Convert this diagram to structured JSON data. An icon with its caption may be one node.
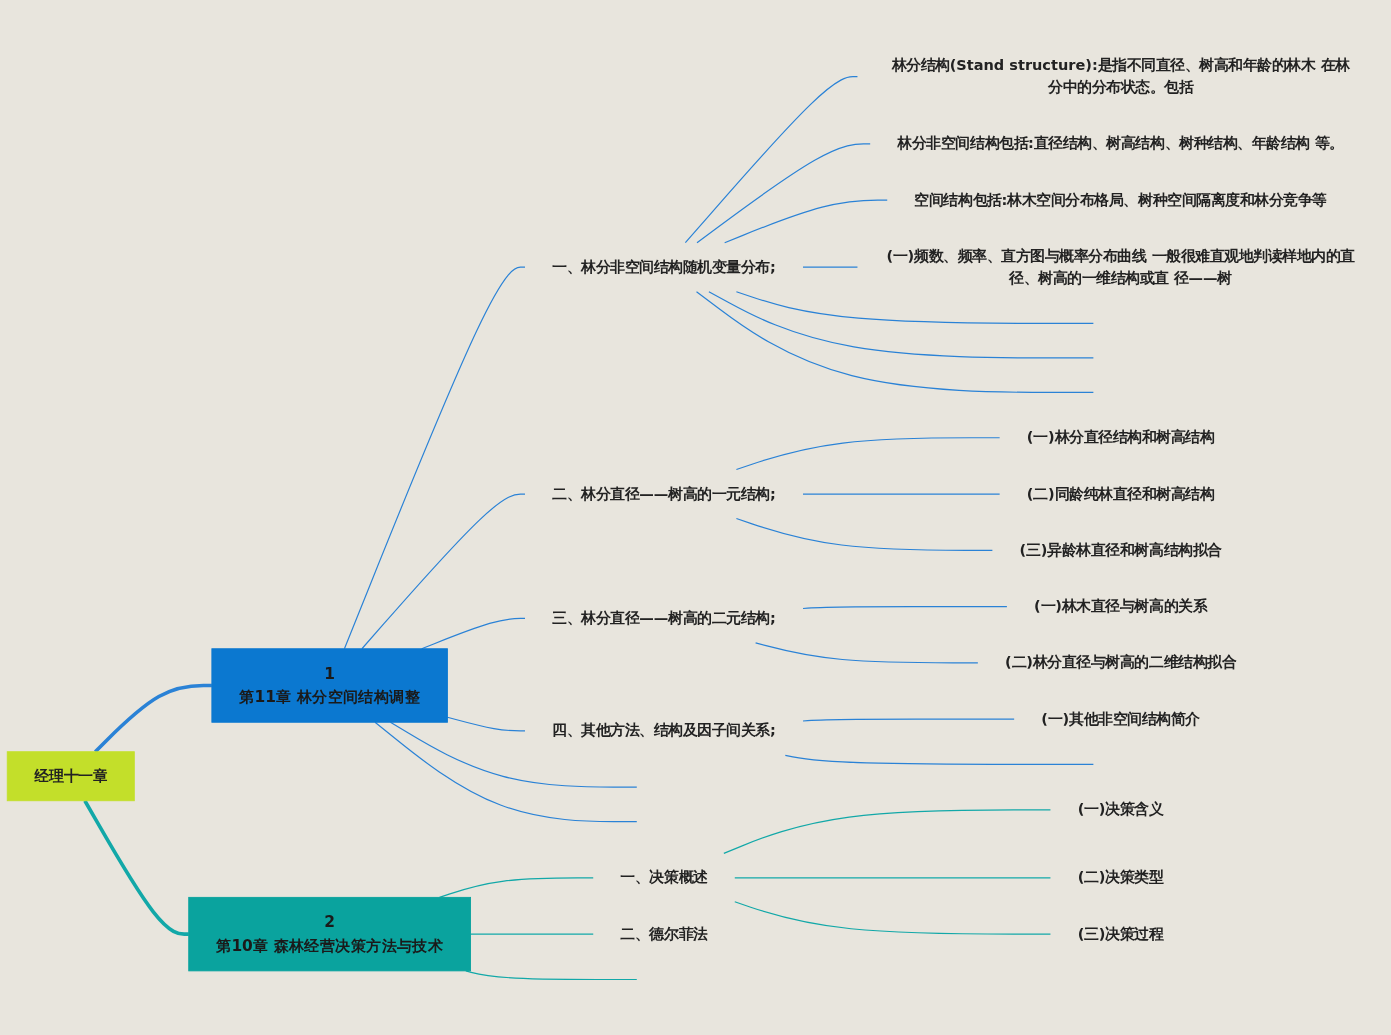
{
  "diagram": {
    "nodes": [
      {
        "text": [
          "经理十一章"
        ]
      },
      {
        "text": [
          "1",
          "第11章 林分空间结构调整"
        ]
      },
      {
        "text": [
          "一、林分非空间结构随机变量分布;"
        ]
      },
      {
        "text": [
          "林分结构(Stand structure):是指不同直径、树高和年龄的林木 在林分中的分布状态。包括"
        ]
      },
      {
        "text": [
          "林分非空间结构包括:直径结构、树高结构、树种结构、年龄结构 等。"
        ]
      },
      {
        "text": [
          "空间结构包括:林木空间分布格局、树种空间隔离度和林分竞争等"
        ]
      },
      {
        "text": [
          "(一)频数、频率、直方图与概率分布曲线 一般很难直观地判读样地内的直径、树高的一维结构或直 径——树"
        ]
      },
      {
        "text": [
          "二、林分直径——树高的一元结构;"
        ]
      },
      {
        "text": [
          "(一)林分直径结构和树高结构"
        ]
      },
      {
        "text": [
          "(二)同龄纯林直径和树高结构"
        ]
      },
      {
        "text": [
          "(三)异龄林直径和树高结构拟合"
        ]
      },
      {
        "text": [
          "三、林分直径——树高的二元结构;"
        ]
      },
      {
        "text": [
          "(一)林木直径与树高的关系"
        ]
      },
      {
        "text": [
          "(二)林分直径与树高的二维结构拟合"
        ]
      },
      {
        "text": [
          "四、其他方法、结构及因子间关系;"
        ]
      },
      {
        "text": [
          "(一)其他非空间结构简介"
        ]
      },
      {
        "text": [
          "2",
          "第10章 森林经营决策方法与技术"
        ]
      },
      {
        "text": [
          "一、决策概述"
        ]
      },
      {
        "text": [
          "(一)决策含义"
        ]
      },
      {
        "text": [
          "(二)决策类型"
        ]
      },
      {
        "text": [
          "(三)决策过程"
        ]
      },
      {
        "text": [
          "二、德尔菲法"
        ]
      }
    ],
    "edges": [
      {
        "from": 0,
        "to": 1,
        "arrow": "none",
        "style": "thick"
      },
      {
        "from": 1,
        "to": 2,
        "arrow": "none"
      },
      {
        "from": 2,
        "to": 3,
        "arrow": "none"
      },
      {
        "from": 2,
        "to": 4,
        "arrow": "none"
      },
      {
        "from": 2,
        "to": 5,
        "arrow": "none"
      },
      {
        "from": 2,
        "to": 6,
        "arrow": "none"
      },
      {
        "from": 2,
        "to": null,
        "arrow": "none"
      },
      {
        "from": 2,
        "to": null,
        "arrow": "none"
      },
      {
        "from": 2,
        "to": null,
        "arrow": "none"
      },
      {
        "from": 1,
        "to": 7,
        "arrow": "none"
      },
      {
        "from": 7,
        "to": 8,
        "arrow": "none"
      },
      {
        "from": 7,
        "to": 9,
        "arrow": "none"
      },
      {
        "from": 7,
        "to": 10,
        "arrow": "none"
      },
      {
        "from": 1,
        "to": 11,
        "arrow": "none"
      },
      {
        "from": 11,
        "to": 12,
        "arrow": "none"
      },
      {
        "from": 11,
        "to": 13,
        "arrow": "none"
      },
      {
        "from": 1,
        "to": 14,
        "arrow": "none"
      },
      {
        "from": 14,
        "to": 15,
        "arrow": "none"
      },
      {
        "from": 14,
        "to": null,
        "arrow": "none"
      },
      {
        "from": 1,
        "to": null,
        "arrow": "none"
      },
      {
        "from": 1,
        "to": null,
        "arrow": "none"
      },
      {
        "from": 0,
        "to": 16,
        "arrow": "none",
        "style": "thick",
        "color": "#12a8a8"
      },
      {
        "from": 16,
        "to": 17,
        "arrow": "none",
        "color": "#12a8a8"
      },
      {
        "from": 17,
        "to": 18,
        "arrow": "none",
        "color": "#12a8a8"
      },
      {
        "from": 17,
        "to": 19,
        "arrow": "none",
        "color": "#12a8a8"
      },
      {
        "from": 17,
        "to": 20,
        "arrow": "none",
        "color": "#12a8a8"
      },
      {
        "from": 16,
        "to": 21,
        "arrow": "none",
        "color": "#12a8a8"
      },
      {
        "from": 16,
        "to": null,
        "arrow": "none",
        "color": "#12a8a8"
      }
    ]
  }
}
